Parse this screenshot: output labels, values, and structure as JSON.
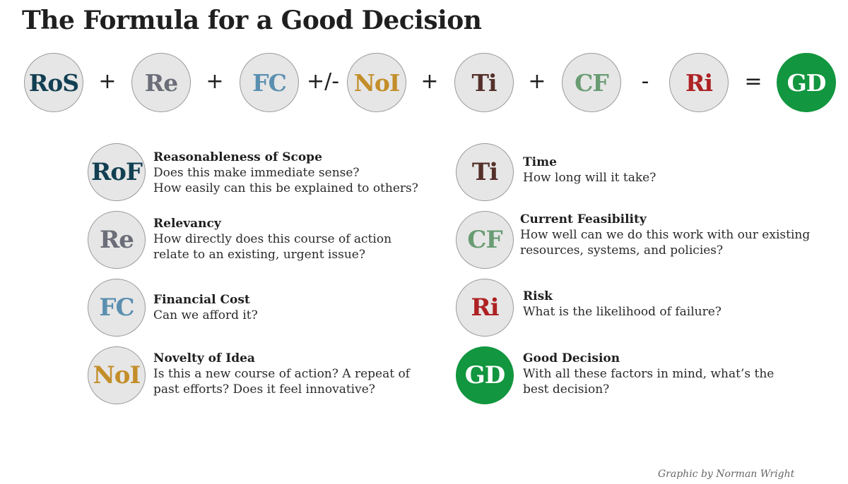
{
  "title": "The Formula for a Good Decision",
  "colors": {
    "RoS": "#123f52",
    "Re": "#6b6e78",
    "FC": "#5b8fb0",
    "NoI": "#c38e2a",
    "Ti": "#55302a",
    "CF": "#6a9c73",
    "Ri": "#ae2224",
    "GD_bg": "#12963f",
    "GD_text": "#ffffff",
    "circle_bg": "#e6e6e6"
  },
  "formula": {
    "terms": [
      {
        "abbr": "RoS"
      },
      {
        "abbr": "Re"
      },
      {
        "abbr": "FC"
      },
      {
        "abbr": "NoI"
      },
      {
        "abbr": "Ti"
      },
      {
        "abbr": "CF"
      },
      {
        "abbr": "Ri"
      },
      {
        "abbr": "GD"
      }
    ],
    "operators": [
      "+",
      "+",
      "+/-",
      "+",
      "+",
      "-",
      "="
    ]
  },
  "legend": {
    "left": [
      {
        "abbr": "RoF",
        "name": "Reasonableness of Scope",
        "desc": [
          "Does this make immediate sense?",
          "How easily can this be explained to others?"
        ]
      },
      {
        "abbr": "Re",
        "name": "Relevancy",
        "desc": [
          "How directly does this course of action",
          "relate to an existing, urgent issue?"
        ]
      },
      {
        "abbr": "FC",
        "name": "Financial Cost",
        "desc": [
          "Can we afford it?"
        ]
      },
      {
        "abbr": "NoI",
        "name": "Novelty of Idea",
        "desc": [
          "Is this a new course of action? A repeat of",
          "past efforts? Does it feel innovative?"
        ]
      }
    ],
    "right": [
      {
        "abbr": "Ti",
        "name": "Time",
        "desc": [
          "How long will it take?"
        ]
      },
      {
        "abbr": "CF",
        "name": "Current Feasibility",
        "desc": [
          "How well can we do this work with our existing",
          "resources, systems, and policies?"
        ]
      },
      {
        "abbr": "Ri",
        "name": "Risk",
        "desc": [
          "What is the likelihood of failure?"
        ]
      },
      {
        "abbr": "GD",
        "name": "Good Decision",
        "desc": [
          "With all these factors in mind, what’s the",
          "best decision?"
        ]
      }
    ]
  },
  "credit": "Graphic by Norman Wright"
}
